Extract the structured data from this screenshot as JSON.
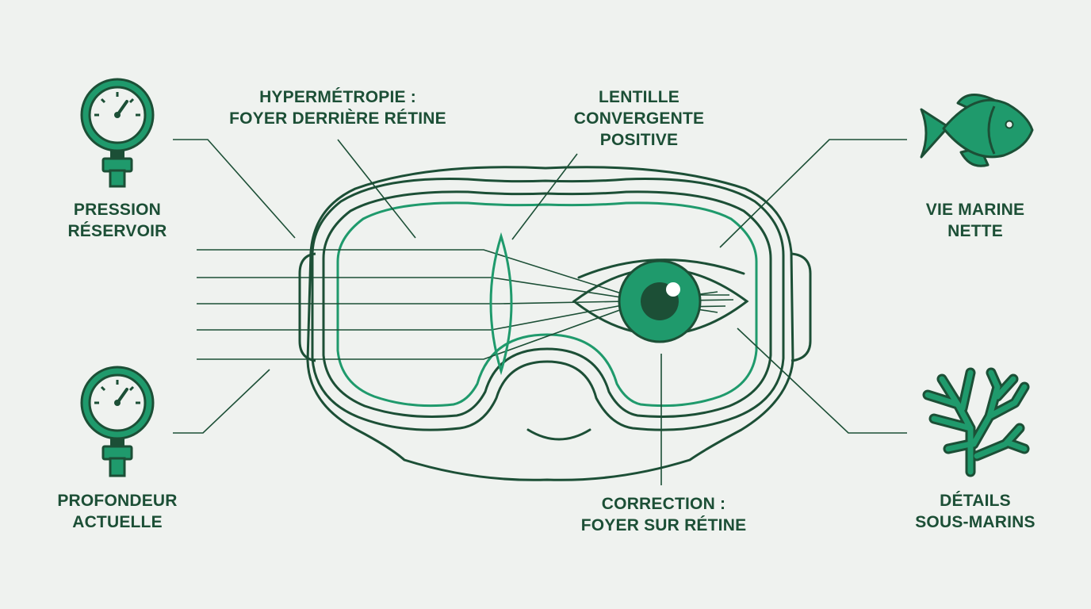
{
  "labels": {
    "pressure": [
      "PRESSION",
      "RÉSERVOIR"
    ],
    "depth": [
      "PROFONDEUR",
      "ACTUELLE"
    ],
    "hyperopia": [
      "HYPERMÉTROPIE :",
      "FOYER DERRIÈRE RÉTINE"
    ],
    "lens": [
      "LENTILLE",
      "CONVERGENTE",
      "POSITIVE"
    ],
    "marine_life": [
      "VIE MARINE",
      "NETTE"
    ],
    "correction": [
      "CORRECTION :",
      "FOYER SUR RÉTINE"
    ],
    "details": [
      "DÉTAILS",
      "SOUS-MARINS"
    ]
  },
  "icons": {
    "pressure_gauge": "pressure-gauge-icon",
    "depth_gauge": "depth-gauge-icon",
    "fish": "fish-icon",
    "coral": "coral-icon",
    "eye": "eye-icon",
    "lens": "convex-lens-icon",
    "mask": "dive-mask-icon"
  },
  "colors": {
    "background": "#eff2ef",
    "dark_green": "#1c4f36",
    "accent_green": "#1f9a6c",
    "label_text": "#1c4f36"
  }
}
